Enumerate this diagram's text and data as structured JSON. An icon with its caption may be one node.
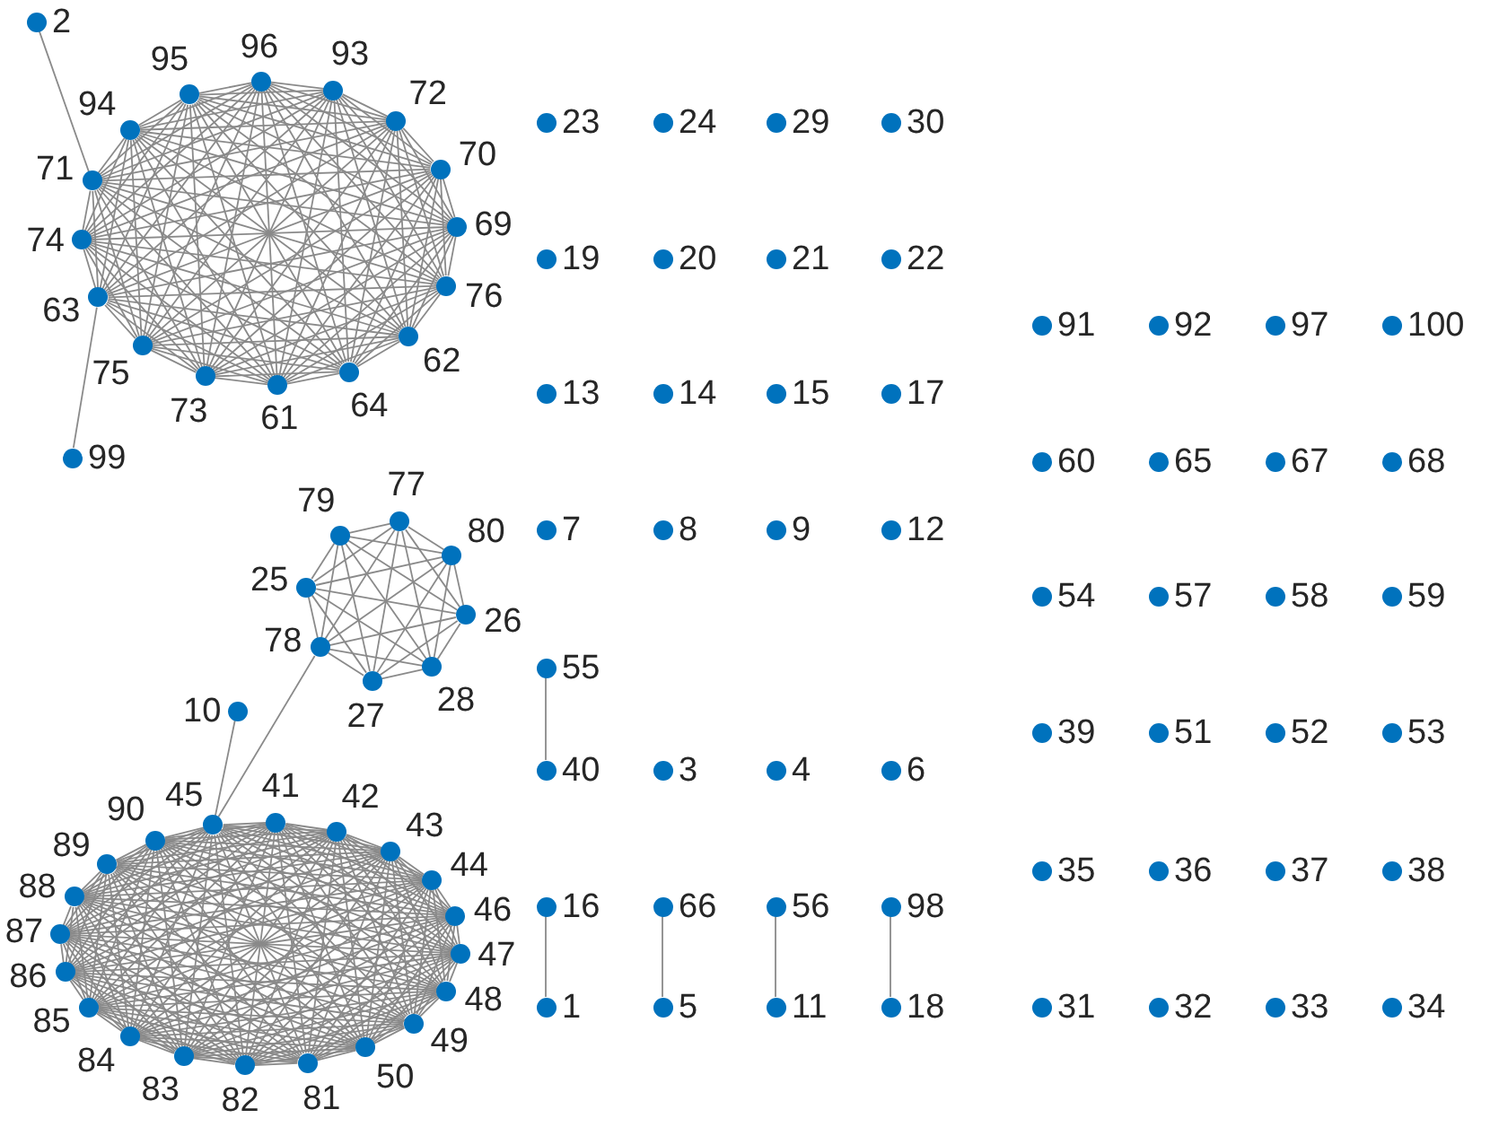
{
  "diagram": {
    "nodes": [
      {
        "text": [],
        "shape": "circle",
        "beside": [
          "1"
        ]
      },
      {
        "text": [],
        "shape": "circle",
        "beside": [
          "2"
        ]
      },
      {
        "text": [],
        "shape": "circle",
        "beside": [
          "3"
        ]
      },
      {
        "text": [],
        "shape": "circle",
        "beside": [
          "4"
        ]
      },
      {
        "text": [],
        "shape": "circle",
        "beside": [
          "5"
        ]
      },
      {
        "text": [],
        "shape": "circle",
        "beside": [
          "6"
        ]
      },
      {
        "text": [],
        "shape": "circle",
        "beside": [
          "7"
        ]
      },
      {
        "text": [],
        "shape": "circle",
        "beside": [
          "8"
        ]
      },
      {
        "text": [],
        "shape": "circle",
        "beside": [
          "9"
        ]
      },
      {
        "text": [],
        "shape": "circle",
        "beside": [
          "10"
        ]
      },
      {
        "text": [],
        "shape": "circle",
        "beside": [
          "11"
        ]
      },
      {
        "text": [],
        "shape": "circle",
        "beside": [
          "12"
        ]
      },
      {
        "text": [],
        "shape": "circle",
        "beside": [
          "13"
        ]
      },
      {
        "text": [],
        "shape": "circle",
        "beside": [
          "14"
        ]
      },
      {
        "text": [],
        "shape": "circle",
        "beside": [
          "15"
        ]
      },
      {
        "text": [],
        "shape": "circle",
        "beside": [
          "16"
        ]
      },
      {
        "text": [],
        "shape": "circle",
        "beside": [
          "17"
        ]
      },
      {
        "text": [],
        "shape": "circle",
        "beside": [
          "18"
        ]
      },
      {
        "text": [],
        "shape": "circle",
        "beside": [
          "19"
        ]
      },
      {
        "text": [],
        "shape": "circle",
        "beside": [
          "20"
        ]
      },
      {
        "text": [],
        "shape": "circle",
        "beside": [
          "21"
        ]
      },
      {
        "text": [],
        "shape": "circle",
        "beside": [
          "22"
        ]
      },
      {
        "text": [],
        "shape": "circle",
        "beside": [
          "23"
        ]
      },
      {
        "text": [],
        "shape": "circle",
        "beside": [
          "24"
        ]
      },
      {
        "text": [],
        "shape": "circle",
        "beside": [
          "25"
        ]
      },
      {
        "text": [],
        "shape": "circle",
        "beside": [
          "26"
        ]
      },
      {
        "text": [],
        "shape": "circle",
        "beside": [
          "27"
        ]
      },
      {
        "text": [],
        "shape": "circle",
        "beside": [
          "28"
        ]
      },
      {
        "text": [],
        "shape": "circle",
        "beside": [
          "29"
        ]
      },
      {
        "text": [],
        "shape": "circle",
        "beside": [
          "30"
        ]
      },
      {
        "text": [],
        "shape": "circle",
        "beside": [
          "31"
        ]
      },
      {
        "text": [],
        "shape": "circle",
        "beside": [
          "32"
        ]
      },
      {
        "text": [],
        "shape": "circle",
        "beside": [
          "33"
        ]
      },
      {
        "text": [],
        "shape": "circle",
        "beside": [
          "34"
        ]
      },
      {
        "text": [],
        "shape": "circle",
        "beside": [
          "35"
        ]
      },
      {
        "text": [],
        "shape": "circle",
        "beside": [
          "36"
        ]
      },
      {
        "text": [],
        "shape": "circle",
        "beside": [
          "37"
        ]
      },
      {
        "text": [],
        "shape": "circle",
        "beside": [
          "38"
        ]
      },
      {
        "text": [],
        "shape": "circle",
        "beside": [
          "39"
        ]
      },
      {
        "text": [],
        "shape": "circle",
        "beside": [
          "40"
        ]
      },
      {
        "text": [],
        "shape": "circle",
        "beside": [
          "41"
        ]
      },
      {
        "text": [],
        "shape": "circle",
        "beside": [
          "42"
        ]
      },
      {
        "text": [],
        "shape": "circle",
        "beside": [
          "43"
        ]
      },
      {
        "text": [],
        "shape": "circle",
        "beside": [
          "44"
        ]
      },
      {
        "text": [],
        "shape": "circle",
        "beside": [
          "45"
        ]
      },
      {
        "text": [],
        "shape": "circle",
        "beside": [
          "46"
        ]
      },
      {
        "text": [],
        "shape": "circle",
        "beside": [
          "47"
        ]
      },
      {
        "text": [],
        "shape": "circle",
        "beside": [
          "48"
        ]
      },
      {
        "text": [],
        "shape": "circle",
        "beside": [
          "49"
        ]
      },
      {
        "text": [],
        "shape": "circle",
        "beside": [
          "50"
        ]
      },
      {
        "text": [],
        "shape": "circle",
        "beside": [
          "51"
        ]
      },
      {
        "text": [],
        "shape": "circle",
        "beside": [
          "52"
        ]
      },
      {
        "text": [],
        "shape": "circle",
        "beside": [
          "53"
        ]
      },
      {
        "text": [],
        "shape": "circle",
        "beside": [
          "54"
        ]
      },
      {
        "text": [],
        "shape": "circle",
        "beside": [
          "55"
        ]
      },
      {
        "text": [],
        "shape": "circle",
        "beside": [
          "56"
        ]
      },
      {
        "text": [],
        "shape": "circle",
        "beside": [
          "57"
        ]
      },
      {
        "text": [],
        "shape": "circle",
        "beside": [
          "58"
        ]
      },
      {
        "text": [],
        "shape": "circle",
        "beside": [
          "59"
        ]
      },
      {
        "text": [],
        "shape": "circle",
        "beside": [
          "60"
        ]
      },
      {
        "text": [],
        "shape": "circle",
        "beside": [
          "61"
        ]
      },
      {
        "text": [],
        "shape": "circle",
        "beside": [
          "62"
        ]
      },
      {
        "text": [],
        "shape": "circle",
        "beside": [
          "63"
        ]
      },
      {
        "text": [],
        "shape": "circle",
        "beside": [
          "64"
        ]
      },
      {
        "text": [],
        "shape": "circle",
        "beside": [
          "65"
        ]
      },
      {
        "text": [],
        "shape": "circle",
        "beside": [
          "66"
        ]
      },
      {
        "text": [],
        "shape": "circle",
        "beside": [
          "67"
        ]
      },
      {
        "text": [],
        "shape": "circle",
        "beside": [
          "68"
        ]
      },
      {
        "text": [],
        "shape": "circle",
        "beside": [
          "69"
        ]
      },
      {
        "text": [],
        "shape": "circle",
        "beside": [
          "70"
        ]
      },
      {
        "text": [],
        "shape": "circle",
        "beside": [
          "71"
        ]
      },
      {
        "text": [],
        "shape": "circle",
        "beside": [
          "72"
        ]
      },
      {
        "text": [],
        "shape": "circle",
        "beside": [
          "73"
        ]
      },
      {
        "text": [],
        "shape": "circle",
        "beside": [
          "74"
        ]
      },
      {
        "text": [],
        "shape": "circle",
        "beside": [
          "75"
        ]
      },
      {
        "text": [],
        "shape": "circle",
        "beside": [
          "76"
        ]
      },
      {
        "text": [],
        "shape": "circle",
        "beside": [
          "77"
        ]
      },
      {
        "text": [],
        "shape": "circle",
        "beside": [
          "78"
        ]
      },
      {
        "text": [],
        "shape": "circle",
        "beside": [
          "79"
        ]
      },
      {
        "text": [],
        "shape": "circle",
        "beside": [
          "80"
        ]
      },
      {
        "text": [],
        "shape": "circle",
        "beside": [
          "81"
        ]
      },
      {
        "text": [],
        "shape": "circle",
        "beside": [
          "82"
        ]
      },
      {
        "text": [],
        "shape": "circle",
        "beside": [
          "83"
        ]
      },
      {
        "text": [],
        "shape": "circle",
        "beside": [
          "84"
        ]
      },
      {
        "text": [],
        "shape": "circle",
        "beside": [
          "85"
        ]
      },
      {
        "text": [],
        "shape": "circle",
        "beside": [
          "86"
        ]
      },
      {
        "text": [],
        "shape": "circle",
        "beside": [
          "87"
        ]
      },
      {
        "text": [],
        "shape": "circle",
        "beside": [
          "88"
        ]
      },
      {
        "text": [],
        "shape": "circle",
        "beside": [
          "89"
        ]
      },
      {
        "text": [],
        "shape": "circle",
        "beside": [
          "90"
        ]
      },
      {
        "text": [],
        "shape": "circle",
        "beside": [
          "91"
        ]
      },
      {
        "text": [],
        "shape": "circle",
        "beside": [
          "92"
        ]
      },
      {
        "text": [],
        "shape": "circle",
        "beside": [
          "93"
        ]
      },
      {
        "text": [],
        "shape": "circle",
        "beside": [
          "94"
        ]
      },
      {
        "text": [],
        "shape": "circle",
        "beside": [
          "95"
        ]
      },
      {
        "text": [],
        "shape": "circle",
        "beside": [
          "96"
        ]
      },
      {
        "text": [],
        "shape": "circle",
        "beside": [
          "97"
        ]
      },
      {
        "text": [],
        "shape": "circle",
        "beside": [
          "98"
        ]
      },
      {
        "text": [],
        "shape": "circle",
        "beside": [
          "99"
        ]
      },
      {
        "text": [],
        "shape": "circle",
        "beside": [
          "100"
        ]
      }
    ],
    "edges": [
      {
        "from": 1,
        "to": 70,
        "arrow": "none"
      },
      {
        "from": 98,
        "to": 62,
        "arrow": "none"
      },
      {
        "from": 60,
        "to": 61,
        "arrow": "none"
      },
      {
        "from": 60,
        "to": 62,
        "arrow": "none"
      },
      {
        "from": 60,
        "to": 63,
        "arrow": "none"
      },
      {
        "from": 60,
        "to": 68,
        "arrow": "none"
      },
      {
        "from": 60,
        "to": 69,
        "arrow": "none"
      },
      {
        "from": 60,
        "to": 70,
        "arrow": "none"
      },
      {
        "from": 60,
        "to": 71,
        "arrow": "none"
      },
      {
        "from": 60,
        "to": 72,
        "arrow": "none"
      },
      {
        "from": 60,
        "to": 73,
        "arrow": "none"
      },
      {
        "from": 60,
        "to": 74,
        "arrow": "none"
      },
      {
        "from": 60,
        "to": 75,
        "arrow": "none"
      },
      {
        "from": 60,
        "to": 92,
        "arrow": "none"
      },
      {
        "from": 60,
        "to": 93,
        "arrow": "none"
      },
      {
        "from": 60,
        "to": 94,
        "arrow": "none"
      },
      {
        "from": 60,
        "to": 95,
        "arrow": "none"
      },
      {
        "from": 61,
        "to": 62,
        "arrow": "none"
      },
      {
        "from": 61,
        "to": 63,
        "arrow": "none"
      },
      {
        "from": 61,
        "to": 68,
        "arrow": "none"
      },
      {
        "from": 61,
        "to": 69,
        "arrow": "none"
      },
      {
        "from": 61,
        "to": 70,
        "arrow": "none"
      },
      {
        "from": 61,
        "to": 71,
        "arrow": "none"
      },
      {
        "from": 61,
        "to": 72,
        "arrow": "none"
      },
      {
        "from": 61,
        "to": 73,
        "arrow": "none"
      },
      {
        "from": 61,
        "to": 74,
        "arrow": "none"
      },
      {
        "from": 61,
        "to": 75,
        "arrow": "none"
      },
      {
        "from": 61,
        "to": 92,
        "arrow": "none"
      },
      {
        "from": 61,
        "to": 93,
        "arrow": "none"
      },
      {
        "from": 61,
        "to": 94,
        "arrow": "none"
      },
      {
        "from": 61,
        "to": 95,
        "arrow": "none"
      },
      {
        "from": 62,
        "to": 63,
        "arrow": "none"
      },
      {
        "from": 62,
        "to": 68,
        "arrow": "none"
      },
      {
        "from": 62,
        "to": 69,
        "arrow": "none"
      },
      {
        "from": 62,
        "to": 70,
        "arrow": "none"
      },
      {
        "from": 62,
        "to": 71,
        "arrow": "none"
      },
      {
        "from": 62,
        "to": 72,
        "arrow": "none"
      },
      {
        "from": 62,
        "to": 73,
        "arrow": "none"
      },
      {
        "from": 62,
        "to": 74,
        "arrow": "none"
      },
      {
        "from": 62,
        "to": 75,
        "arrow": "none"
      },
      {
        "from": 62,
        "to": 92,
        "arrow": "none"
      },
      {
        "from": 62,
        "to": 93,
        "arrow": "none"
      },
      {
        "from": 62,
        "to": 94,
        "arrow": "none"
      },
      {
        "from": 62,
        "to": 95,
        "arrow": "none"
      },
      {
        "from": 63,
        "to": 68,
        "arrow": "none"
      },
      {
        "from": 63,
        "to": 69,
        "arrow": "none"
      },
      {
        "from": 63,
        "to": 70,
        "arrow": "none"
      },
      {
        "from": 63,
        "to": 71,
        "arrow": "none"
      },
      {
        "from": 63,
        "to": 72,
        "arrow": "none"
      },
      {
        "from": 63,
        "to": 73,
        "arrow": "none"
      },
      {
        "from": 63,
        "to": 74,
        "arrow": "none"
      },
      {
        "from": 63,
        "to": 75,
        "arrow": "none"
      },
      {
        "from": 63,
        "to": 92,
        "arrow": "none"
      },
      {
        "from": 63,
        "to": 93,
        "arrow": "none"
      },
      {
        "from": 63,
        "to": 94,
        "arrow": "none"
      },
      {
        "from": 63,
        "to": 95,
        "arrow": "none"
      },
      {
        "from": 68,
        "to": 69,
        "arrow": "none"
      },
      {
        "from": 68,
        "to": 70,
        "arrow": "none"
      },
      {
        "from": 68,
        "to": 71,
        "arrow": "none"
      },
      {
        "from": 68,
        "to": 72,
        "arrow": "none"
      },
      {
        "from": 68,
        "to": 73,
        "arrow": "none"
      },
      {
        "from": 68,
        "to": 74,
        "arrow": "none"
      },
      {
        "from": 68,
        "to": 75,
        "arrow": "none"
      },
      {
        "from": 68,
        "to": 92,
        "arrow": "none"
      },
      {
        "from": 68,
        "to": 93,
        "arrow": "none"
      },
      {
        "from": 68,
        "to": 94,
        "arrow": "none"
      },
      {
        "from": 68,
        "to": 95,
        "arrow": "none"
      },
      {
        "from": 69,
        "to": 70,
        "arrow": "none"
      },
      {
        "from": 69,
        "to": 71,
        "arrow": "none"
      },
      {
        "from": 69,
        "to": 72,
        "arrow": "none"
      },
      {
        "from": 69,
        "to": 73,
        "arrow": "none"
      },
      {
        "from": 69,
        "to": 74,
        "arrow": "none"
      },
      {
        "from": 69,
        "to": 75,
        "arrow": "none"
      },
      {
        "from": 69,
        "to": 92,
        "arrow": "none"
      },
      {
        "from": 69,
        "to": 93,
        "arrow": "none"
      },
      {
        "from": 69,
        "to": 94,
        "arrow": "none"
      },
      {
        "from": 69,
        "to": 95,
        "arrow": "none"
      },
      {
        "from": 70,
        "to": 71,
        "arrow": "none"
      },
      {
        "from": 70,
        "to": 72,
        "arrow": "none"
      },
      {
        "from": 70,
        "to": 73,
        "arrow": "none"
      },
      {
        "from": 70,
        "to": 74,
        "arrow": "none"
      },
      {
        "from": 70,
        "to": 75,
        "arrow": "none"
      },
      {
        "from": 70,
        "to": 92,
        "arrow": "none"
      },
      {
        "from": 70,
        "to": 93,
        "arrow": "none"
      },
      {
        "from": 70,
        "to": 94,
        "arrow": "none"
      },
      {
        "from": 70,
        "to": 95,
        "arrow": "none"
      },
      {
        "from": 71,
        "to": 72,
        "arrow": "none"
      },
      {
        "from": 71,
        "to": 73,
        "arrow": "none"
      },
      {
        "from": 71,
        "to": 74,
        "arrow": "none"
      },
      {
        "from": 71,
        "to": 75,
        "arrow": "none"
      },
      {
        "from": 71,
        "to": 92,
        "arrow": "none"
      },
      {
        "from": 71,
        "to": 93,
        "arrow": "none"
      },
      {
        "from": 71,
        "to": 94,
        "arrow": "none"
      },
      {
        "from": 71,
        "to": 95,
        "arrow": "none"
      },
      {
        "from": 72,
        "to": 73,
        "arrow": "none"
      },
      {
        "from": 72,
        "to": 74,
        "arrow": "none"
      },
      {
        "from": 72,
        "to": 75,
        "arrow": "none"
      },
      {
        "from": 72,
        "to": 92,
        "arrow": "none"
      },
      {
        "from": 72,
        "to": 93,
        "arrow": "none"
      },
      {
        "from": 72,
        "to": 94,
        "arrow": "none"
      },
      {
        "from": 72,
        "to": 95,
        "arrow": "none"
      },
      {
        "from": 73,
        "to": 74,
        "arrow": "none"
      },
      {
        "from": 73,
        "to": 75,
        "arrow": "none"
      },
      {
        "from": 73,
        "to": 92,
        "arrow": "none"
      },
      {
        "from": 73,
        "to": 93,
        "arrow": "none"
      },
      {
        "from": 73,
        "to": 94,
        "arrow": "none"
      },
      {
        "from": 73,
        "to": 95,
        "arrow": "none"
      },
      {
        "from": 74,
        "to": 75,
        "arrow": "none"
      },
      {
        "from": 74,
        "to": 92,
        "arrow": "none"
      },
      {
        "from": 74,
        "to": 93,
        "arrow": "none"
      },
      {
        "from": 74,
        "to": 94,
        "arrow": "none"
      },
      {
        "from": 74,
        "to": 95,
        "arrow": "none"
      },
      {
        "from": 75,
        "to": 92,
        "arrow": "none"
      },
      {
        "from": 75,
        "to": 93,
        "arrow": "none"
      },
      {
        "from": 75,
        "to": 94,
        "arrow": "none"
      },
      {
        "from": 75,
        "to": 95,
        "arrow": "none"
      },
      {
        "from": 92,
        "to": 93,
        "arrow": "none"
      },
      {
        "from": 92,
        "to": 94,
        "arrow": "none"
      },
      {
        "from": 92,
        "to": 95,
        "arrow": "none"
      },
      {
        "from": 93,
        "to": 94,
        "arrow": "none"
      },
      {
        "from": 93,
        "to": 95,
        "arrow": "none"
      },
      {
        "from": 94,
        "to": 95,
        "arrow": "none"
      },
      {
        "from": 24,
        "to": 25,
        "arrow": "none"
      },
      {
        "from": 24,
        "to": 26,
        "arrow": "none"
      },
      {
        "from": 24,
        "to": 27,
        "arrow": "none"
      },
      {
        "from": 24,
        "to": 76,
        "arrow": "none"
      },
      {
        "from": 24,
        "to": 77,
        "arrow": "none"
      },
      {
        "from": 24,
        "to": 78,
        "arrow": "none"
      },
      {
        "from": 24,
        "to": 79,
        "arrow": "none"
      },
      {
        "from": 25,
        "to": 26,
        "arrow": "none"
      },
      {
        "from": 25,
        "to": 27,
        "arrow": "none"
      },
      {
        "from": 25,
        "to": 76,
        "arrow": "none"
      },
      {
        "from": 25,
        "to": 77,
        "arrow": "none"
      },
      {
        "from": 25,
        "to": 78,
        "arrow": "none"
      },
      {
        "from": 25,
        "to": 79,
        "arrow": "none"
      },
      {
        "from": 26,
        "to": 27,
        "arrow": "none"
      },
      {
        "from": 26,
        "to": 76,
        "arrow": "none"
      },
      {
        "from": 26,
        "to": 77,
        "arrow": "none"
      },
      {
        "from": 26,
        "to": 78,
        "arrow": "none"
      },
      {
        "from": 26,
        "to": 79,
        "arrow": "none"
      },
      {
        "from": 27,
        "to": 76,
        "arrow": "none"
      },
      {
        "from": 27,
        "to": 77,
        "arrow": "none"
      },
      {
        "from": 27,
        "to": 78,
        "arrow": "none"
      },
      {
        "from": 27,
        "to": 79,
        "arrow": "none"
      },
      {
        "from": 76,
        "to": 77,
        "arrow": "none"
      },
      {
        "from": 76,
        "to": 78,
        "arrow": "none"
      },
      {
        "from": 76,
        "to": 79,
        "arrow": "none"
      },
      {
        "from": 77,
        "to": 78,
        "arrow": "none"
      },
      {
        "from": 77,
        "to": 79,
        "arrow": "none"
      },
      {
        "from": 78,
        "to": 79,
        "arrow": "none"
      },
      {
        "from": 9,
        "to": 44,
        "arrow": "none"
      },
      {
        "from": 44,
        "to": 77,
        "arrow": "none"
      },
      {
        "from": 40,
        "to": 41,
        "arrow": "none"
      },
      {
        "from": 40,
        "to": 42,
        "arrow": "none"
      },
      {
        "from": 40,
        "to": 43,
        "arrow": "none"
      },
      {
        "from": 40,
        "to": 44,
        "arrow": "none"
      },
      {
        "from": 40,
        "to": 45,
        "arrow": "none"
      },
      {
        "from": 40,
        "to": 46,
        "arrow": "none"
      },
      {
        "from": 40,
        "to": 47,
        "arrow": "none"
      },
      {
        "from": 40,
        "to": 48,
        "arrow": "none"
      },
      {
        "from": 40,
        "to": 49,
        "arrow": "none"
      },
      {
        "from": 40,
        "to": 80,
        "arrow": "none"
      },
      {
        "from": 40,
        "to": 81,
        "arrow": "none"
      },
      {
        "from": 40,
        "to": 82,
        "arrow": "none"
      },
      {
        "from": 40,
        "to": 83,
        "arrow": "none"
      },
      {
        "from": 40,
        "to": 84,
        "arrow": "none"
      },
      {
        "from": 40,
        "to": 85,
        "arrow": "none"
      },
      {
        "from": 40,
        "to": 86,
        "arrow": "none"
      },
      {
        "from": 40,
        "to": 87,
        "arrow": "none"
      },
      {
        "from": 40,
        "to": 88,
        "arrow": "none"
      },
      {
        "from": 40,
        "to": 89,
        "arrow": "none"
      },
      {
        "from": 41,
        "to": 42,
        "arrow": "none"
      },
      {
        "from": 41,
        "to": 43,
        "arrow": "none"
      },
      {
        "from": 41,
        "to": 44,
        "arrow": "none"
      },
      {
        "from": 41,
        "to": 45,
        "arrow": "none"
      },
      {
        "from": 41,
        "to": 46,
        "arrow": "none"
      },
      {
        "from": 41,
        "to": 47,
        "arrow": "none"
      },
      {
        "from": 41,
        "to": 48,
        "arrow": "none"
      },
      {
        "from": 41,
        "to": 49,
        "arrow": "none"
      },
      {
        "from": 41,
        "to": 80,
        "arrow": "none"
      },
      {
        "from": 41,
        "to": 81,
        "arrow": "none"
      },
      {
        "from": 41,
        "to": 82,
        "arrow": "none"
      },
      {
        "from": 41,
        "to": 83,
        "arrow": "none"
      },
      {
        "from": 41,
        "to": 84,
        "arrow": "none"
      },
      {
        "from": 41,
        "to": 85,
        "arrow": "none"
      },
      {
        "from": 41,
        "to": 86,
        "arrow": "none"
      },
      {
        "from": 41,
        "to": 87,
        "arrow": "none"
      },
      {
        "from": 41,
        "to": 88,
        "arrow": "none"
      },
      {
        "from": 41,
        "to": 89,
        "arrow": "none"
      },
      {
        "from": 42,
        "to": 43,
        "arrow": "none"
      },
      {
        "from": 42,
        "to": 44,
        "arrow": "none"
      },
      {
        "from": 42,
        "to": 45,
        "arrow": "none"
      },
      {
        "from": 42,
        "to": 46,
        "arrow": "none"
      },
      {
        "from": 42,
        "to": 47,
        "arrow": "none"
      },
      {
        "from": 42,
        "to": 48,
        "arrow": "none"
      },
      {
        "from": 42,
        "to": 49,
        "arrow": "none"
      },
      {
        "from": 42,
        "to": 80,
        "arrow": "none"
      },
      {
        "from": 42,
        "to": 81,
        "arrow": "none"
      },
      {
        "from": 42,
        "to": 82,
        "arrow": "none"
      },
      {
        "from": 42,
        "to": 83,
        "arrow": "none"
      },
      {
        "from": 42,
        "to": 84,
        "arrow": "none"
      },
      {
        "from": 42,
        "to": 85,
        "arrow": "none"
      },
      {
        "from": 42,
        "to": 86,
        "arrow": "none"
      },
      {
        "from": 42,
        "to": 87,
        "arrow": "none"
      },
      {
        "from": 42,
        "to": 88,
        "arrow": "none"
      },
      {
        "from": 42,
        "to": 89,
        "arrow": "none"
      },
      {
        "from": 43,
        "to": 44,
        "arrow": "none"
      },
      {
        "from": 43,
        "to": 45,
        "arrow": "none"
      },
      {
        "from": 43,
        "to": 46,
        "arrow": "none"
      },
      {
        "from": 43,
        "to": 47,
        "arrow": "none"
      },
      {
        "from": 43,
        "to": 48,
        "arrow": "none"
      },
      {
        "from": 43,
        "to": 49,
        "arrow": "none"
      },
      {
        "from": 43,
        "to": 80,
        "arrow": "none"
      },
      {
        "from": 43,
        "to": 81,
        "arrow": "none"
      },
      {
        "from": 43,
        "to": 82,
        "arrow": "none"
      },
      {
        "from": 43,
        "to": 83,
        "arrow": "none"
      },
      {
        "from": 43,
        "to": 84,
        "arrow": "none"
      },
      {
        "from": 43,
        "to": 85,
        "arrow": "none"
      },
      {
        "from": 43,
        "to": 86,
        "arrow": "none"
      },
      {
        "from": 43,
        "to": 87,
        "arrow": "none"
      },
      {
        "from": 43,
        "to": 88,
        "arrow": "none"
      },
      {
        "from": 43,
        "to": 89,
        "arrow": "none"
      },
      {
        "from": 44,
        "to": 45,
        "arrow": "none"
      },
      {
        "from": 44,
        "to": 46,
        "arrow": "none"
      },
      {
        "from": 44,
        "to": 47,
        "arrow": "none"
      },
      {
        "from": 44,
        "to": 48,
        "arrow": "none"
      },
      {
        "from": 44,
        "to": 49,
        "arrow": "none"
      },
      {
        "from": 44,
        "to": 80,
        "arrow": "none"
      },
      {
        "from": 44,
        "to": 81,
        "arrow": "none"
      },
      {
        "from": 44,
        "to": 82,
        "arrow": "none"
      },
      {
        "from": 44,
        "to": 83,
        "arrow": "none"
      },
      {
        "from": 44,
        "to": 84,
        "arrow": "none"
      },
      {
        "from": 44,
        "to": 85,
        "arrow": "none"
      },
      {
        "from": 44,
        "to": 86,
        "arrow": "none"
      },
      {
        "from": 44,
        "to": 87,
        "arrow": "none"
      },
      {
        "from": 44,
        "to": 88,
        "arrow": "none"
      },
      {
        "from": 44,
        "to": 89,
        "arrow": "none"
      },
      {
        "from": 45,
        "to": 46,
        "arrow": "none"
      },
      {
        "from": 45,
        "to": 47,
        "arrow": "none"
      },
      {
        "from": 45,
        "to": 48,
        "arrow": "none"
      },
      {
        "from": 45,
        "to": 49,
        "arrow": "none"
      },
      {
        "from": 45,
        "to": 80,
        "arrow": "none"
      },
      {
        "from": 45,
        "to": 81,
        "arrow": "none"
      },
      {
        "from": 45,
        "to": 82,
        "arrow": "none"
      },
      {
        "from": 45,
        "to": 83,
        "arrow": "none"
      },
      {
        "from": 45,
        "to": 84,
        "arrow": "none"
      },
      {
        "from": 45,
        "to": 85,
        "arrow": "none"
      },
      {
        "from": 45,
        "to": 86,
        "arrow": "none"
      },
      {
        "from": 45,
        "to": 87,
        "arrow": "none"
      },
      {
        "from": 45,
        "to": 88,
        "arrow": "none"
      },
      {
        "from": 45,
        "to": 89,
        "arrow": "none"
      },
      {
        "from": 46,
        "to": 47,
        "arrow": "none"
      },
      {
        "from": 46,
        "to": 48,
        "arrow": "none"
      },
      {
        "from": 46,
        "to": 49,
        "arrow": "none"
      },
      {
        "from": 46,
        "to": 80,
        "arrow": "none"
      },
      {
        "from": 46,
        "to": 81,
        "arrow": "none"
      },
      {
        "from": 46,
        "to": 82,
        "arrow": "none"
      },
      {
        "from": 46,
        "to": 83,
        "arrow": "none"
      },
      {
        "from": 46,
        "to": 84,
        "arrow": "none"
      },
      {
        "from": 46,
        "to": 85,
        "arrow": "none"
      },
      {
        "from": 46,
        "to": 86,
        "arrow": "none"
      },
      {
        "from": 46,
        "to": 87,
        "arrow": "none"
      },
      {
        "from": 46,
        "to": 88,
        "arrow": "none"
      },
      {
        "from": 46,
        "to": 89,
        "arrow": "none"
      },
      {
        "from": 47,
        "to": 48,
        "arrow": "none"
      },
      {
        "from": 47,
        "to": 49,
        "arrow": "none"
      },
      {
        "from": 47,
        "to": 80,
        "arrow": "none"
      },
      {
        "from": 47,
        "to": 81,
        "arrow": "none"
      },
      {
        "from": 47,
        "to": 82,
        "arrow": "none"
      },
      {
        "from": 47,
        "to": 83,
        "arrow": "none"
      },
      {
        "from": 47,
        "to": 84,
        "arrow": "none"
      },
      {
        "from": 47,
        "to": 85,
        "arrow": "none"
      },
      {
        "from": 47,
        "to": 86,
        "arrow": "none"
      },
      {
        "from": 47,
        "to": 87,
        "arrow": "none"
      },
      {
        "from": 47,
        "to": 88,
        "arrow": "none"
      },
      {
        "from": 47,
        "to": 89,
        "arrow": "none"
      },
      {
        "from": 48,
        "to": 49,
        "arrow": "none"
      },
      {
        "from": 48,
        "to": 80,
        "arrow": "none"
      },
      {
        "from": 48,
        "to": 81,
        "arrow": "none"
      },
      {
        "from": 48,
        "to": 82,
        "arrow": "none"
      },
      {
        "from": 48,
        "to": 83,
        "arrow": "none"
      },
      {
        "from": 48,
        "to": 84,
        "arrow": "none"
      },
      {
        "from": 48,
        "to": 85,
        "arrow": "none"
      },
      {
        "from": 48,
        "to": 86,
        "arrow": "none"
      },
      {
        "from": 48,
        "to": 87,
        "arrow": "none"
      },
      {
        "from": 48,
        "to": 88,
        "arrow": "none"
      },
      {
        "from": 48,
        "to": 89,
        "arrow": "none"
      },
      {
        "from": 49,
        "to": 80,
        "arrow": "none"
      },
      {
        "from": 49,
        "to": 81,
        "arrow": "none"
      },
      {
        "from": 49,
        "to": 82,
        "arrow": "none"
      },
      {
        "from": 49,
        "to": 83,
        "arrow": "none"
      },
      {
        "from": 49,
        "to": 84,
        "arrow": "none"
      },
      {
        "from": 49,
        "to": 85,
        "arrow": "none"
      },
      {
        "from": 49,
        "to": 86,
        "arrow": "none"
      },
      {
        "from": 49,
        "to": 87,
        "arrow": "none"
      },
      {
        "from": 49,
        "to": 88,
        "arrow": "none"
      },
      {
        "from": 49,
        "to": 89,
        "arrow": "none"
      },
      {
        "from": 80,
        "to": 81,
        "arrow": "none"
      },
      {
        "from": 80,
        "to": 82,
        "arrow": "none"
      },
      {
        "from": 80,
        "to": 83,
        "arrow": "none"
      },
      {
        "from": 80,
        "to": 84,
        "arrow": "none"
      },
      {
        "from": 80,
        "to": 85,
        "arrow": "none"
      },
      {
        "from": 80,
        "to": 86,
        "arrow": "none"
      },
      {
        "from": 80,
        "to": 87,
        "arrow": "none"
      },
      {
        "from": 80,
        "to": 88,
        "arrow": "none"
      },
      {
        "from": 80,
        "to": 89,
        "arrow": "none"
      },
      {
        "from": 81,
        "to": 82,
        "arrow": "none"
      },
      {
        "from": 81,
        "to": 83,
        "arrow": "none"
      },
      {
        "from": 81,
        "to": 84,
        "arrow": "none"
      },
      {
        "from": 81,
        "to": 85,
        "arrow": "none"
      },
      {
        "from": 81,
        "to": 86,
        "arrow": "none"
      },
      {
        "from": 81,
        "to": 87,
        "arrow": "none"
      },
      {
        "from": 81,
        "to": 88,
        "arrow": "none"
      },
      {
        "from": 81,
        "to": 89,
        "arrow": "none"
      },
      {
        "from": 82,
        "to": 83,
        "arrow": "none"
      },
      {
        "from": 82,
        "to": 84,
        "arrow": "none"
      },
      {
        "from": 82,
        "to": 85,
        "arrow": "none"
      },
      {
        "from": 82,
        "to": 86,
        "arrow": "none"
      },
      {
        "from": 82,
        "to": 87,
        "arrow": "none"
      },
      {
        "from": 82,
        "to": 88,
        "arrow": "none"
      },
      {
        "from": 82,
        "to": 89,
        "arrow": "none"
      },
      {
        "from": 83,
        "to": 84,
        "arrow": "none"
      },
      {
        "from": 83,
        "to": 85,
        "arrow": "none"
      },
      {
        "from": 83,
        "to": 86,
        "arrow": "none"
      },
      {
        "from": 83,
        "to": 87,
        "arrow": "none"
      },
      {
        "from": 83,
        "to": 88,
        "arrow": "none"
      },
      {
        "from": 83,
        "to": 89,
        "arrow": "none"
      },
      {
        "from": 84,
        "to": 85,
        "arrow": "none"
      },
      {
        "from": 84,
        "to": 86,
        "arrow": "none"
      },
      {
        "from": 84,
        "to": 87,
        "arrow": "none"
      },
      {
        "from": 84,
        "to": 88,
        "arrow": "none"
      },
      {
        "from": 84,
        "to": 89,
        "arrow": "none"
      },
      {
        "from": 85,
        "to": 86,
        "arrow": "none"
      },
      {
        "from": 85,
        "to": 87,
        "arrow": "none"
      },
      {
        "from": 85,
        "to": 88,
        "arrow": "none"
      },
      {
        "from": 85,
        "to": 89,
        "arrow": "none"
      },
      {
        "from": 86,
        "to": 87,
        "arrow": "none"
      },
      {
        "from": 86,
        "to": 88,
        "arrow": "none"
      },
      {
        "from": 86,
        "to": 89,
        "arrow": "none"
      },
      {
        "from": 87,
        "to": 88,
        "arrow": "none"
      },
      {
        "from": 87,
        "to": 89,
        "arrow": "none"
      },
      {
        "from": 88,
        "to": 89,
        "arrow": "none"
      },
      {
        "from": 54,
        "to": 39,
        "arrow": "none"
      },
      {
        "from": 15,
        "to": 0,
        "arrow": "none"
      },
      {
        "from": 65,
        "to": 4,
        "arrow": "none"
      },
      {
        "from": 55,
        "to": 10,
        "arrow": "none"
      },
      {
        "from": 97,
        "to": 17,
        "arrow": "none"
      }
    ]
  }
}
